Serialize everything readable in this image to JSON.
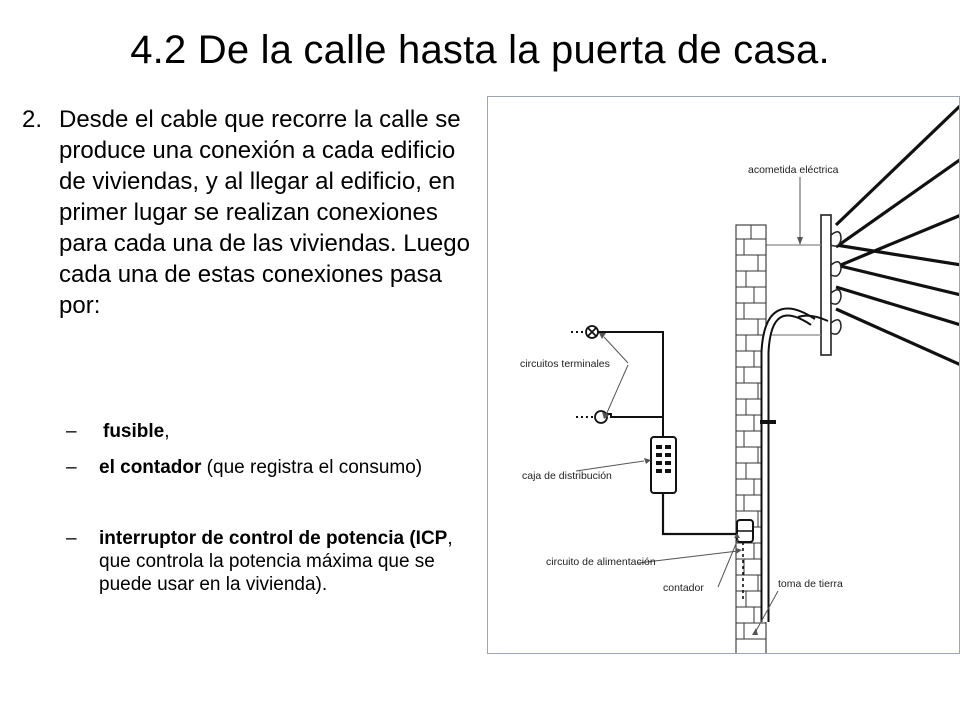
{
  "slide": {
    "title": "4.2  De la calle hasta la puerta de casa."
  },
  "main_item": {
    "number": "2.",
    "text": "Desde el cable que recorre la calle se produce una conexión a cada edificio de viviendas, y al llegar al edificio, en primer lugar se realizan conexiones para cada una de las viviendas. Luego cada una de estas conexiones pasa por:"
  },
  "sub_items": [
    {
      "dash": "–",
      "bold": "fusible",
      "rest": ","
    },
    {
      "dash": "–",
      "bold": "el contador",
      "rest": " (que registra el consumo)"
    },
    {
      "dash": "–",
      "bold": "interruptor de control de potencia (ICP",
      "rest": ", que controla la potencia máxima que se puede usar en la vivienda)."
    }
  ],
  "figure": {
    "labels": {
      "acometida": "acometida eléctrica",
      "circuitos": "circuitos terminales",
      "caja": "caja de distribución",
      "alimentacion": "circuito de alimentación",
      "contador": "contador",
      "tierra": "toma de tierra"
    }
  }
}
